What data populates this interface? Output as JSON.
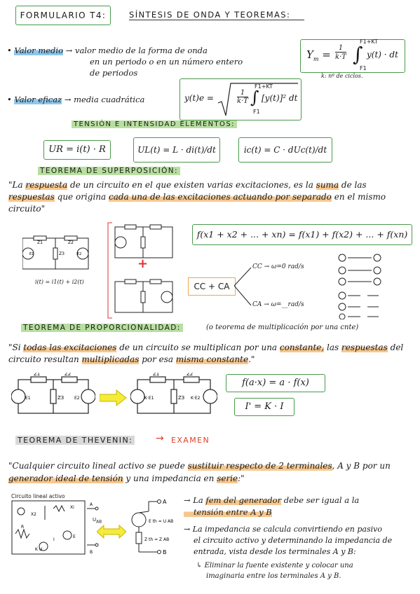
{
  "header": {
    "title_left": "Formulario T4:",
    "title_right": "Síntesis de onda y teoremas:"
  },
  "valor_medio": {
    "label": "Valor medio",
    "arrow": "→",
    "line1": "valor medio de la forma de onda",
    "line2": "en un periodo o en un número entero",
    "line3": "de periodos",
    "formula": "Ym = 1/(k·T) ∫ y(t)·dt",
    "formula_lhs": "Y",
    "formula_sub": "m",
    "formula_upper": "F1+KT",
    "formula_lower": "F1",
    "formula_body": "y(t) · dt",
    "note": "k: nº de ciclos."
  },
  "valor_eficaz": {
    "label": "Valor eficaz",
    "arrow": "→",
    "desc": "media cuadrática",
    "formula_lhs": "y(t)e =",
    "formula_upper": "F1+KT",
    "formula_lower": "F1",
    "formula_body": "[y(t)]² dt"
  },
  "tension": {
    "title": "Tensión e intensidad elementos:",
    "f1": "UR = i(t) · R",
    "f2": "UL(t) = L · di(t)/dt",
    "f3": "ic(t) = C · dUc(t)/dt"
  },
  "superposicion": {
    "title": "Teorema de superposición:",
    "q1": "\"La",
    "q2": "respuesta",
    "q3": "de un circuito en el que existen varias excitaciones, es la",
    "q4": "suma",
    "q5": "de las",
    "q6": "respuestas",
    "q7": "que origina",
    "q8": "cada una de las excitaciones actuando por separado",
    "q9": "en",
    "q10": "el mismo circuito\"",
    "eq": "f(x1 + x2 + ... + xn) = f(x1) + f(x2) + ... + f(xn)",
    "eq_current": "i(t) = i1(t) + i2(t)",
    "plus": "+",
    "cc_ca": "CC + CA",
    "cc": "CC → ω=0 rad/s",
    "ca": "CA → ω=__rad/s"
  },
  "proporcionalidad": {
    "title": "Teorema de proporcionalidad:",
    "subtitle": "(o teorema de multiplicación por una cnte)",
    "q1": "\"Si",
    "q2": "todas las excitaciones",
    "q3": "de un circuito se multiplican por una",
    "q4": "constante,",
    "q5": "las",
    "q6": "respuestas",
    "q7": "del circuito resultan",
    "q8": "multiplicadas",
    "q9": "por esa",
    "q10": "misma constante",
    "q11": ".\"",
    "eq1": "f(a·x) = a · f(x)",
    "eq2": "I' = K · I"
  },
  "thevenin": {
    "title": "Teorema de Thevenin:",
    "arrow": "→",
    "exam": "Examen",
    "q1": "\"Cualquier circuito lineal activo se puede",
    "q2": "sustituir respecto de 2 terminales",
    "q3": ", A y B por",
    "q4": "un",
    "q5": "generador ideal de tensión",
    "q6": "y una impedancia en",
    "q7": "serie",
    "q8": ":\"",
    "circuit_label": "Circuito lineal activo",
    "b1a": "La",
    "b1b": "fem del generador",
    "b1c": "debe ser igual a la",
    "b1d": "tensión entre A y B",
    "b2_line1": "La impedancia se calcula convirtiendo en pasivo",
    "b2_line2": "el circuito activo y determinando la impedancia de",
    "b2_line3": "entrada, vista desde los terminales A y B:",
    "b3_line1": "Eliminar la fuente existente y colocar una",
    "b3_line2": "imaginaria entre los terminales A y B."
  },
  "colors": {
    "box_border": "#4a9a4a",
    "highlight_blue": "#8fc6ec",
    "highlight_orange": "#f6c78e",
    "highlight_green": "#b8dfa0",
    "exam_red": "#e0402a"
  }
}
